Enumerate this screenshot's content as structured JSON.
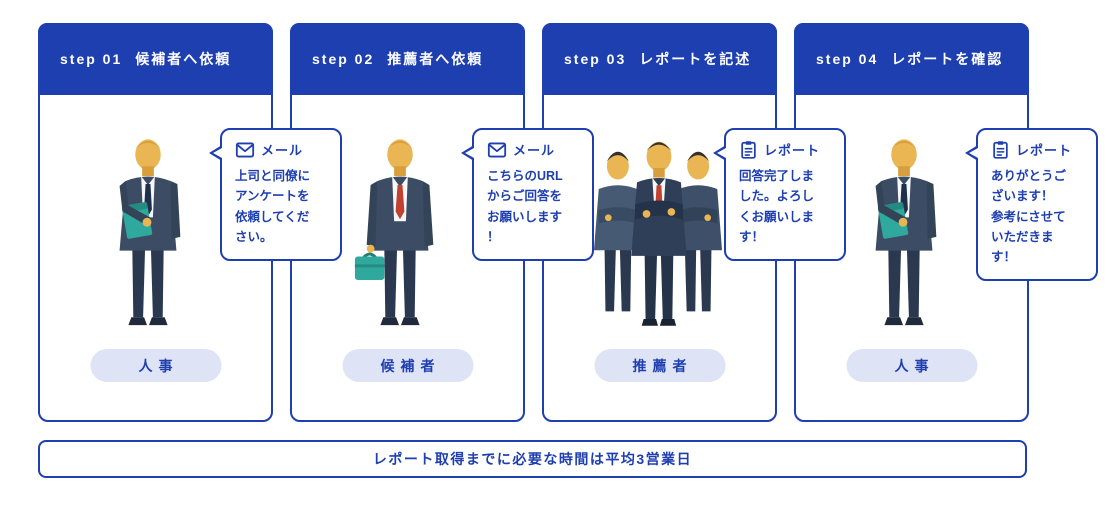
{
  "colors": {
    "primary": "#1e3faf",
    "pill_background": "#dfe3f6",
    "person_skin": "#eab653",
    "suit_navy": "#3b4c64",
    "accent_teal": "#2fa99e",
    "tie_red": "#c2402f"
  },
  "steps": [
    {
      "step_label": "step 01",
      "title": "候補者へ依頼",
      "bubble": {
        "icon": "mail-icon",
        "icon_label": "メール",
        "text": "上司と同僚に\nアンケートを\n依頼してくだ\nさい。"
      },
      "role": "人事",
      "illustration": "hr-person-with-folder"
    },
    {
      "step_label": "step 02",
      "title": "推薦者へ依頼",
      "bubble": {
        "icon": "mail-icon",
        "icon_label": "メール",
        "text": "こちらのURL\nからご回答を\nお願いします\n！"
      },
      "role": "候補者",
      "illustration": "candidate-with-briefcase"
    },
    {
      "step_label": "step 03",
      "title": "レポートを記述",
      "bubble": {
        "icon": "report-icon",
        "icon_label": "レポート",
        "text": "回答完了しま\nした。よろし\nくお願いしま\nす！"
      },
      "role": "推薦者",
      "illustration": "recommenders-group"
    },
    {
      "step_label": "step 04",
      "title": "レポートを確認",
      "bubble": {
        "icon": "report-icon",
        "icon_label": "レポート",
        "text": "ありがとうご\nざいます！\n参考にさせて\nいただきま\nす！"
      },
      "role": "人事",
      "illustration": "hr-person-with-folder"
    }
  ],
  "footer": {
    "text": "レポート取得までに必要な時間は平均3営業日"
  }
}
